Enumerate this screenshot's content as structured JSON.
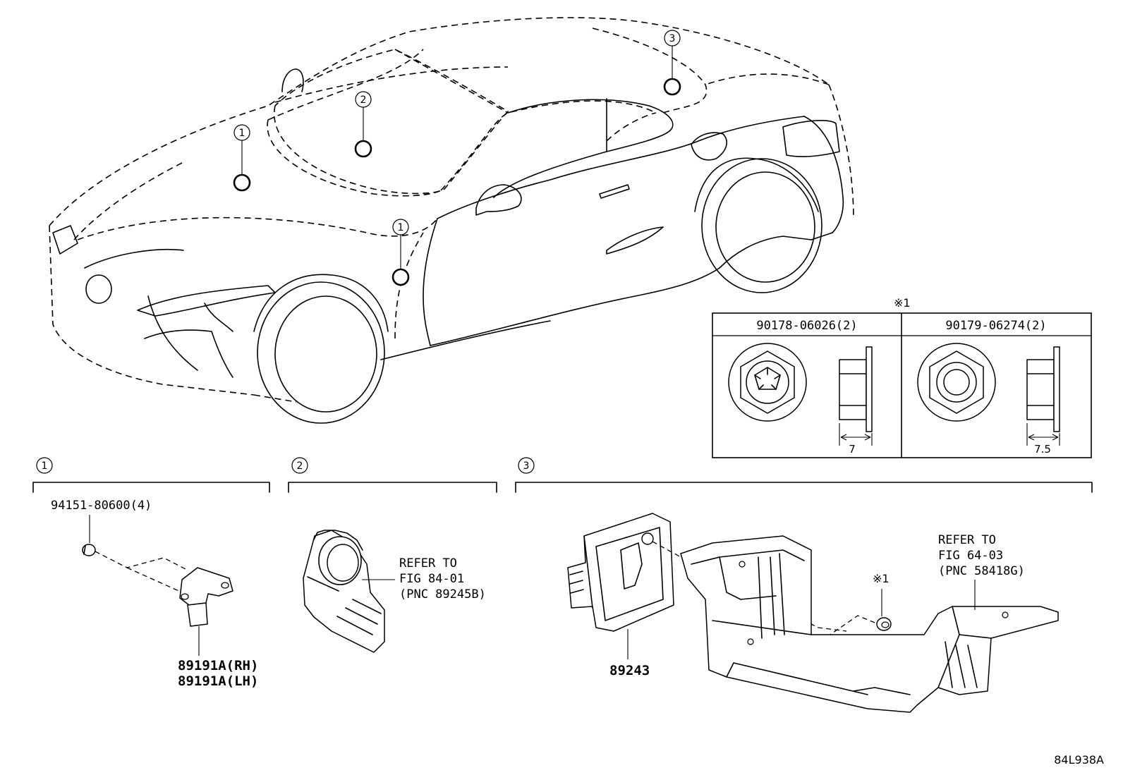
{
  "diagram": {
    "callouts": {
      "c1": "1",
      "c2": "2",
      "c3": "3"
    },
    "detail_box": {
      "note_mark": "※1",
      "left_part": "90178-06026(2)",
      "right_part": "90179-06274(2)",
      "left_dim": "7",
      "right_dim": "7.5"
    },
    "section1": {
      "number": "1",
      "bolt_part": "94151-80600(4)",
      "sensor_rh": "89191A(RH)",
      "sensor_lh": "89191A(LH)"
    },
    "section2": {
      "number": "2",
      "refer_line1": "REFER TO",
      "refer_line2": "FIG 84-01",
      "refer_line3": "(PNC 89245B)"
    },
    "section3": {
      "number": "3",
      "module_part": "89243",
      "note_mark": "※1",
      "refer_line1": "REFER TO",
      "refer_line2": "FIG 64-03",
      "refer_line3": "(PNC 58418G)"
    },
    "drawing_code": "84L938A"
  }
}
